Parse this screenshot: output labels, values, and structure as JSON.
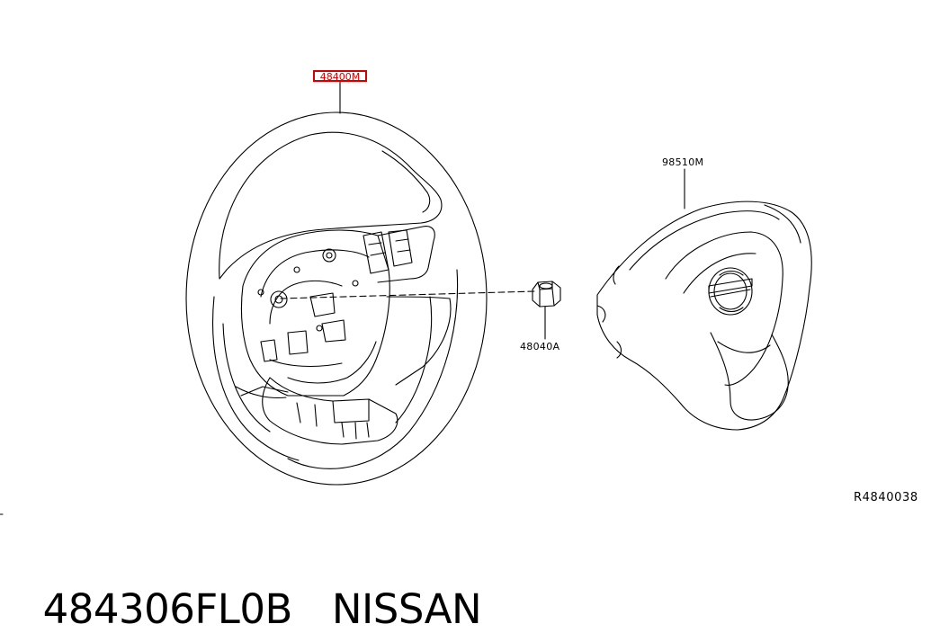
{
  "diagram": {
    "parts": [
      {
        "id": "steering-wheel",
        "part_number": "48400M",
        "highlighted": true,
        "highlight_color": "#d40000"
      },
      {
        "id": "bolt",
        "part_number": "48040A",
        "highlighted": false
      },
      {
        "id": "airbag-module",
        "part_number": "98510M",
        "highlighted": false
      }
    ],
    "diagram_code": "R4840038"
  },
  "footer": {
    "part_number": "484306FL0B",
    "brand": "NISSAN"
  },
  "colors": {
    "line": "#000000",
    "background": "#ffffff",
    "highlight": "#d40000"
  }
}
